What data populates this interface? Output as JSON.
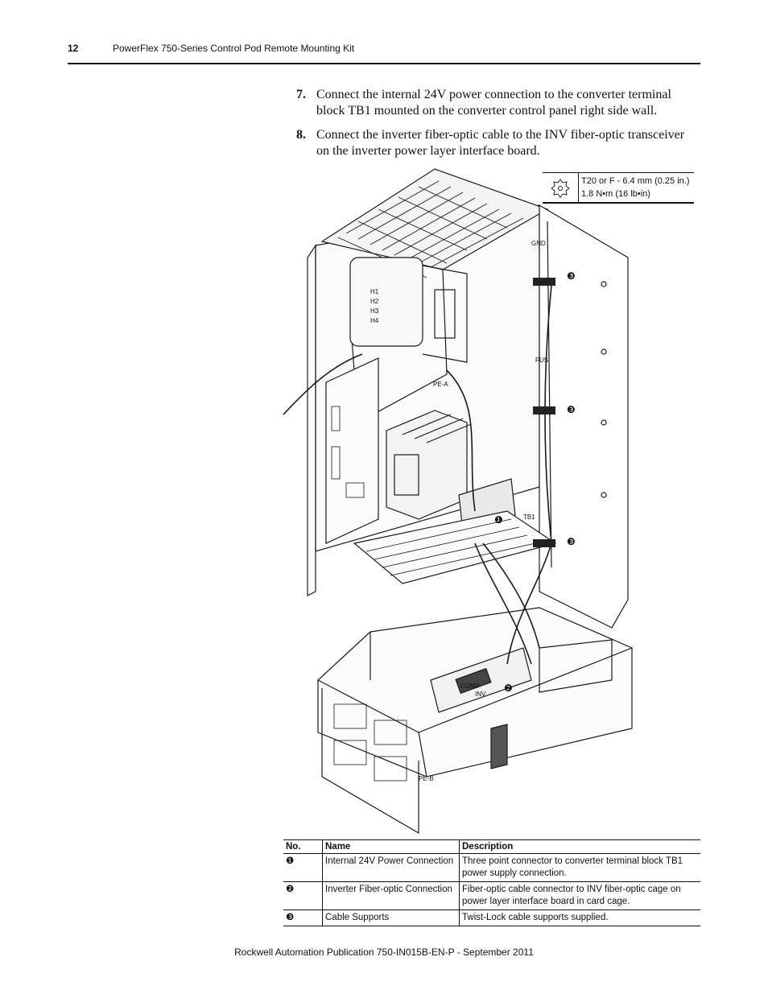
{
  "header": {
    "page_number": "12",
    "running_title": "PowerFlex 750-Series Control Pod Remote Mounting Kit"
  },
  "steps": [
    {
      "number": "7.",
      "text": "Connect the internal 24V power connection to the converter terminal block TB1 mounted on the converter control panel right side wall."
    },
    {
      "number": "8.",
      "text": "Connect the inverter fiber-optic cable to the INV fiber-optic transceiver on the inverter power layer interface board."
    }
  ],
  "torque_spec": {
    "icon": "torx-bit-icon",
    "line1": "T20 or F - 6.4 mm (0.25 in.)",
    "line2": "1.8 N•m (16 lb•in)"
  },
  "figure_labels": {
    "gnd": "GND",
    "fus": "FUS",
    "tb1": "TB1",
    "pe_a": "PE-A",
    "conv": "CONV",
    "inv": "INV",
    "pe_b": "PE-B",
    "h1": "H1",
    "h2": "H2",
    "h3": "H3",
    "h4": "H4",
    "callout1": "❶",
    "callout2": "❷",
    "callout3": "❸"
  },
  "parts_table": {
    "headers": [
      "No.",
      "Name",
      "Description"
    ],
    "rows": [
      {
        "no": "❶",
        "name": "Internal 24V Power Connection",
        "description": "Three point connector to converter terminal block TB1 power supply connection."
      },
      {
        "no": "❷",
        "name": "Inverter Fiber-optic Connection",
        "description": "Fiber-optic cable connector to INV fiber-optic cage on power layer interface board in card cage."
      },
      {
        "no": "❸",
        "name": "Cable Supports",
        "description": "Twist-Lock cable supports supplied."
      }
    ]
  },
  "footer": {
    "publication": "Rockwell Automation Publication 750-IN015B-EN-P - September 2011"
  }
}
